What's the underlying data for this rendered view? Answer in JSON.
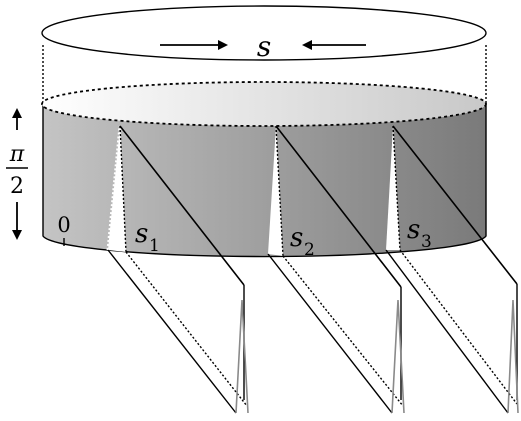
{
  "diagram": {
    "top_label": "s",
    "angle_label": {
      "numerator": "π",
      "denominator": "2"
    },
    "origin_label": "0",
    "cut_labels": [
      {
        "base": "s",
        "sub": "1"
      },
      {
        "base": "s",
        "sub": "2"
      },
      {
        "base": "s",
        "sub": "3"
      }
    ],
    "colors": {
      "band_light": "#c4c4c4",
      "band_dark": "#7a7a7a",
      "top_light": "#ffffff",
      "top_dark": "#c8c8c8",
      "stroke": "#000000",
      "sheet_gray": "#8a8a8a"
    }
  }
}
